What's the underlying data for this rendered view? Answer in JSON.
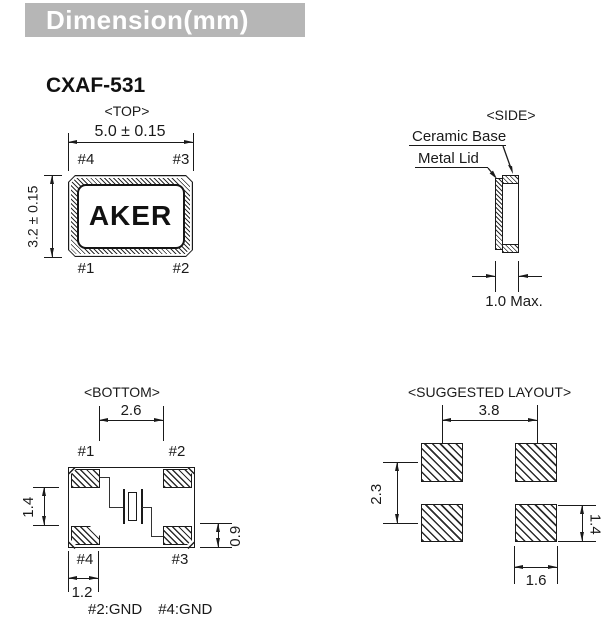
{
  "header": {
    "title": "Dimension(mm)"
  },
  "colors": {
    "header_bg": "#b6b6b6",
    "header_fg": "#ffffff",
    "line": "#1a1a1a"
  },
  "part": {
    "number": "CXAF-531"
  },
  "top_view": {
    "label": "<TOP>",
    "dim_width": "5.0 ± 0.15",
    "dim_height": "3.2 ± 0.15",
    "marking": "AKER",
    "pins": {
      "tl": "#4",
      "tr": "#3",
      "bl": "#1",
      "br": "#2"
    }
  },
  "side_view": {
    "label": "<SIDE>",
    "callout_ceramic": "Ceramic Base",
    "callout_lid": "Metal Lid",
    "dim_thickness": "1.0 Max."
  },
  "bottom_view": {
    "label": "<BOTTOM>",
    "dim_pad_gap_x": "2.6",
    "dim_pad_gap_y": "1.4",
    "dim_pad_height": "0.9",
    "dim_pad_width": "1.2",
    "pins": {
      "tl": "#1",
      "tr": "#2",
      "bl": "#4",
      "br": "#3"
    },
    "gnd_note_1": "#2:GND",
    "gnd_note_2": "#4:GND"
  },
  "layout_view": {
    "label": "<SUGGESTED LAYOUT>",
    "dim_pitch_x": "3.8",
    "dim_pitch_y": "2.3",
    "dim_pad_w": "1.6",
    "dim_pad_h": "1.4"
  }
}
